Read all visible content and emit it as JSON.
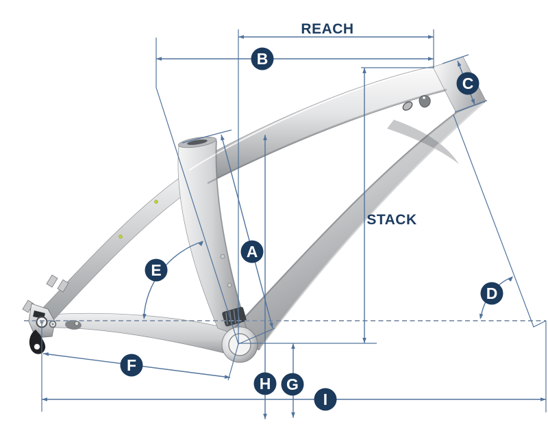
{
  "diagram": {
    "type": "bike-frame-geometry",
    "text_labels": {
      "reach": "REACH",
      "stack": "STACK"
    },
    "markers": [
      {
        "letter": "A"
      },
      {
        "letter": "B"
      },
      {
        "letter": "C"
      },
      {
        "letter": "D"
      },
      {
        "letter": "E"
      },
      {
        "letter": "F"
      },
      {
        "letter": "G"
      },
      {
        "letter": "H"
      },
      {
        "letter": "I"
      }
    ],
    "colors": {
      "dimension_line": "#51739b",
      "axle_dashed_line": "#8191a8",
      "marker_fill": "#1b3a5c",
      "marker_text": "#ffffff",
      "label_text": "#1d3c60",
      "frame_light": "#f2f3f4",
      "frame_dark": "#8c8f92",
      "accent_dot": "#bfd22f",
      "background": "#ffffff"
    }
  }
}
